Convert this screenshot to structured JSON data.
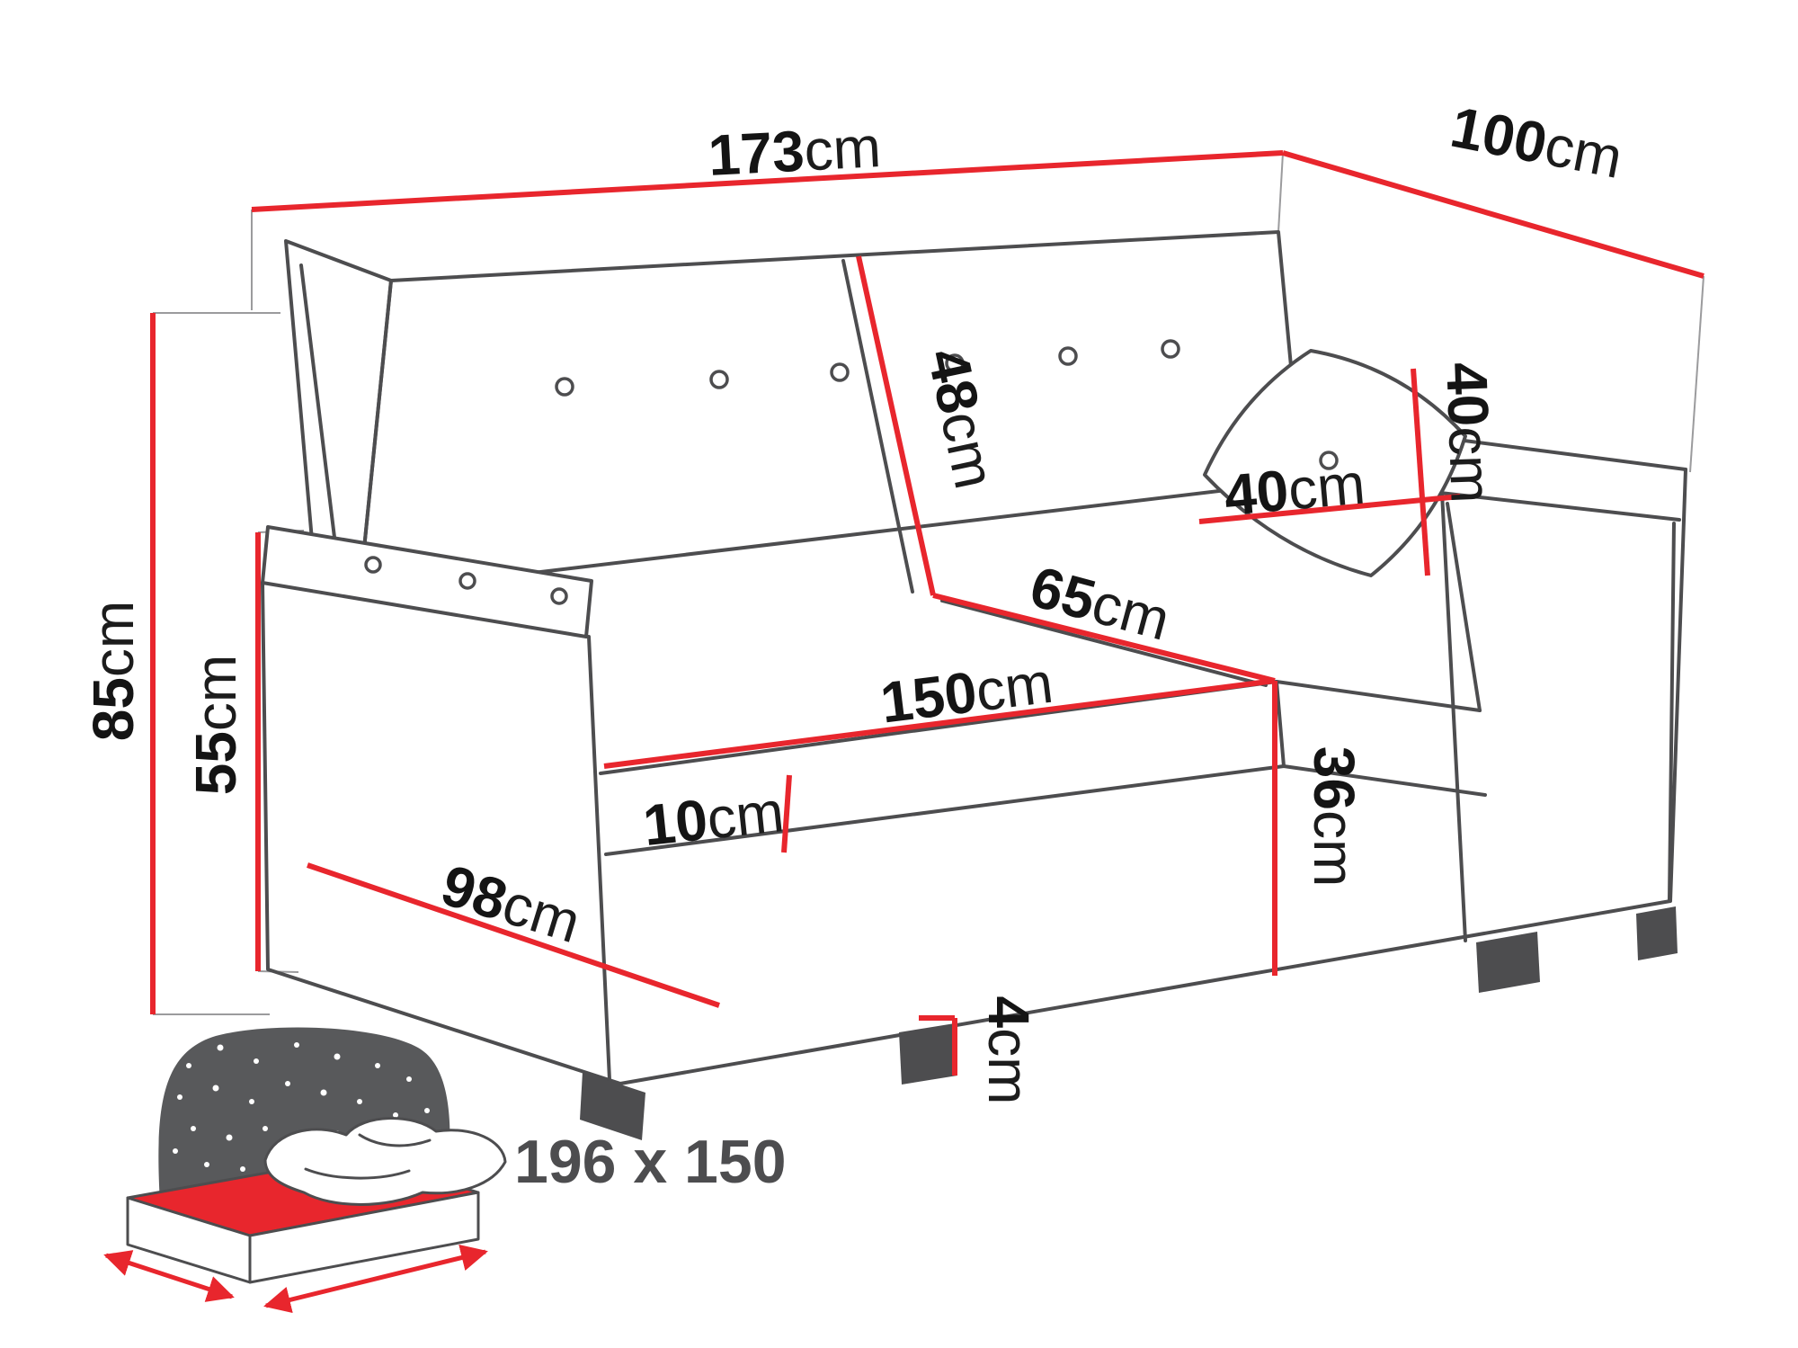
{
  "dims": {
    "total_width": {
      "value": "173",
      "unit": "cm"
    },
    "total_depth": {
      "value": "100",
      "unit": "cm"
    },
    "total_height": {
      "value": "85",
      "unit": "cm"
    },
    "arm_height": {
      "value": "55",
      "unit": "cm"
    },
    "backrest_height": {
      "value": "48",
      "unit": "cm"
    },
    "seat_depth": {
      "value": "65",
      "unit": "cm"
    },
    "seat_width": {
      "value": "150",
      "unit": "cm"
    },
    "cushion_height": {
      "value": "10",
      "unit": "cm"
    },
    "base_depth": {
      "value": "98",
      "unit": "cm"
    },
    "seat_height": {
      "value": "36",
      "unit": "cm"
    },
    "leg_height": {
      "value": "4",
      "unit": "cm"
    },
    "pillow_width": {
      "value": "40",
      "unit": "cm"
    },
    "pillow_height": {
      "value": "40",
      "unit": "cm"
    }
  },
  "sleeping_area": {
    "label": "196 x 150"
  },
  "colors": {
    "dimension_line": "#e8262d",
    "artwork_line": "#4d4d4f",
    "night_sky": "#58595b",
    "text": "#141414"
  }
}
